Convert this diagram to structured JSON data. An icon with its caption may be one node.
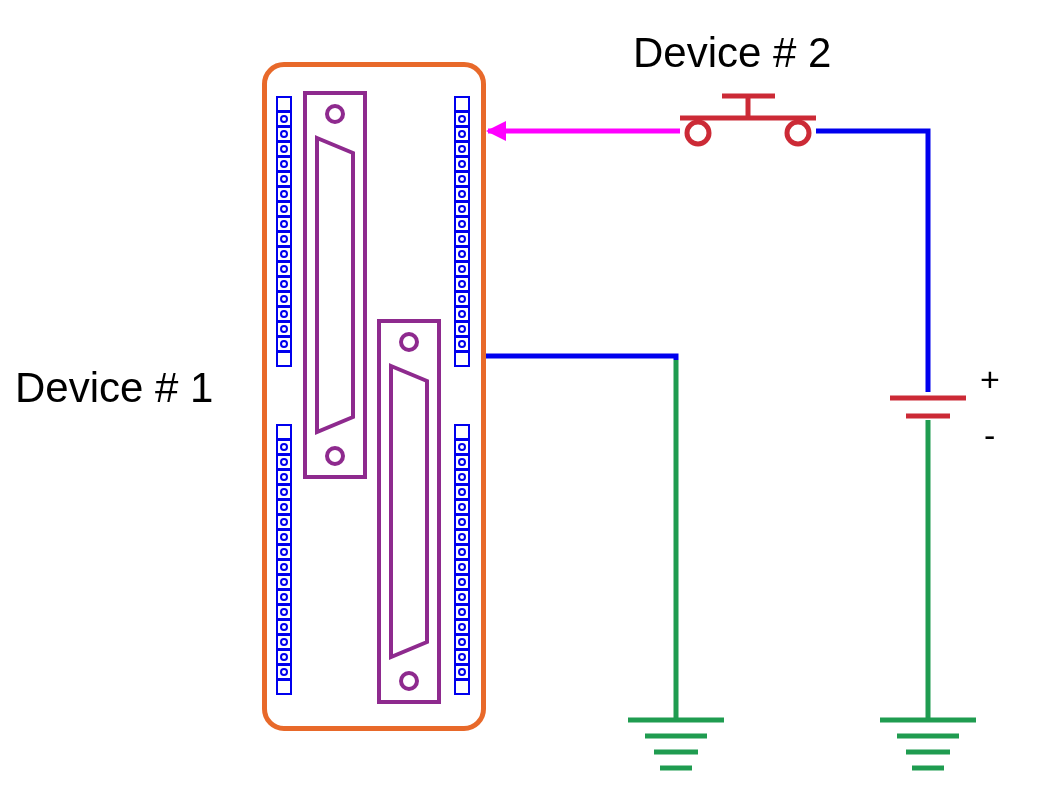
{
  "diagram": {
    "nodes": [
      {
        "text": [
          "Device # 1"
        ]
      },
      {
        "text": [
          "Device # 2"
        ]
      },
      {
        "text": [],
        "shape": "battery",
        "beside": [
          "+",
          "-"
        ]
      },
      {
        "text": [],
        "shape": "ground"
      },
      {
        "text": [],
        "shape": "ground"
      }
    ],
    "edges": [
      {
        "from": 1,
        "to": 0,
        "arrow": "to",
        "color": "#ff00ff"
      },
      {
        "from": 1,
        "to": 2,
        "arrow": "none",
        "color": "#0000ee"
      },
      {
        "from": 0,
        "to": 3,
        "arrow": "none",
        "color": "#0000ee"
      },
      {
        "from": 2,
        "to": 4,
        "arrow": "none",
        "color": "#1f9c50"
      }
    ]
  }
}
